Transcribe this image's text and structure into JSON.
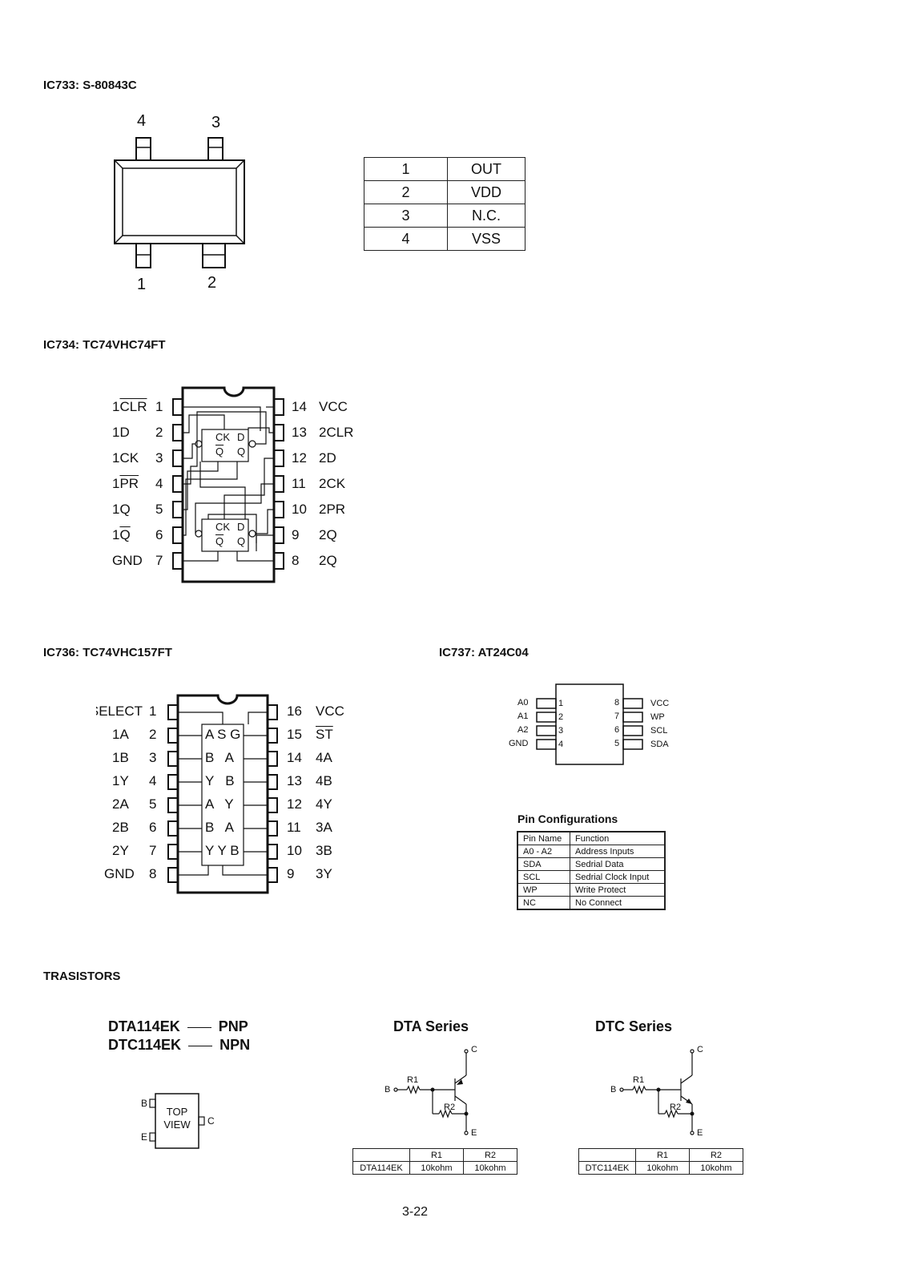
{
  "ic733": {
    "title": "IC733: S-80843C",
    "pin_labels_top": [
      "4",
      "3"
    ],
    "pin_labels_bottom": [
      "1",
      "2"
    ],
    "pins": [
      {
        "num": "1",
        "name": "OUT"
      },
      {
        "num": "2",
        "name": "VDD"
      },
      {
        "num": "3",
        "name": "N.C."
      },
      {
        "num": "4",
        "name": "VSS"
      }
    ]
  },
  "ic734": {
    "title": "IC734: TC74VHC74FT",
    "left_pins": [
      {
        "name": "1CLR",
        "overline": "CLR",
        "prefix": "1",
        "num": "1"
      },
      {
        "name": "1D",
        "num": "2"
      },
      {
        "name": "1CK",
        "num": "3"
      },
      {
        "name": "1PR",
        "overline": "PR",
        "prefix": "1",
        "num": "4"
      },
      {
        "name": "1Q",
        "num": "5"
      },
      {
        "name": "1Q",
        "overline": "Q",
        "prefix": "1",
        "num": "6"
      },
      {
        "name": "GND",
        "num": "7"
      }
    ],
    "right_pins": [
      {
        "num": "14",
        "name": "VCC"
      },
      {
        "num": "13",
        "name": "2CLR"
      },
      {
        "num": "12",
        "name": "2D"
      },
      {
        "num": "11",
        "name": "2CK"
      },
      {
        "num": "10",
        "name": "2PR"
      },
      {
        "num": "9",
        "name": "2Q"
      },
      {
        "num": "8",
        "name": "2Q"
      }
    ],
    "ff_labels": {
      "ck": "CK",
      "d": "D",
      "qbar": "Q",
      "q": "Q"
    }
  },
  "ic736": {
    "title": "IC736: TC74VHC157FT",
    "left_pins": [
      {
        "name": "SELECT",
        "num": "1"
      },
      {
        "name": "1A",
        "num": "2"
      },
      {
        "name": "1B",
        "num": "3"
      },
      {
        "name": "1Y",
        "num": "4"
      },
      {
        "name": "2A",
        "num": "5"
      },
      {
        "name": "2B",
        "num": "6"
      },
      {
        "name": "2Y",
        "num": "7"
      },
      {
        "name": "GND",
        "num": "8"
      }
    ],
    "right_pins": [
      {
        "num": "16",
        "name": "VCC"
      },
      {
        "num": "15",
        "name": "ST"
      },
      {
        "num": "14",
        "name": "4A"
      },
      {
        "num": "13",
        "name": "4B"
      },
      {
        "num": "12",
        "name": "4Y"
      },
      {
        "num": "11",
        "name": "3A"
      },
      {
        "num": "10",
        "name": "3B"
      },
      {
        "num": "9",
        "name": "3Y"
      }
    ],
    "inner_labels": [
      "A S G",
      "B   A",
      "Y   B",
      "A   Y",
      "B   A",
      "Y Y B"
    ]
  },
  "ic737": {
    "title": "IC737: AT24C04",
    "left_pins": [
      {
        "name": "A0",
        "num": "1"
      },
      {
        "name": "A1",
        "num": "2"
      },
      {
        "name": "A2",
        "num": "3"
      },
      {
        "name": "GND",
        "num": "4"
      }
    ],
    "right_pins": [
      {
        "num": "8",
        "name": "VCC"
      },
      {
        "num": "7",
        "name": "WP"
      },
      {
        "num": "6",
        "name": "SCL"
      },
      {
        "num": "5",
        "name": "SDA"
      }
    ],
    "config_title": "Pin Configurations",
    "config_header": [
      "Pin Name",
      "Function"
    ],
    "config_rows": [
      [
        "A0 - A2",
        "Address Inputs"
      ],
      [
        "SDA",
        "Sedrial Data"
      ],
      [
        "SCL",
        "Sedrial Clock Input"
      ],
      [
        "WP",
        "Write Protect"
      ],
      [
        "NC",
        "No Connect"
      ]
    ]
  },
  "transistors": {
    "title": "TRASISTORS",
    "line1_part": "DTA114EK",
    "line1_type": "PNP",
    "line2_part": "DTC114EK",
    "line2_type": "NPN",
    "package": {
      "b": "B",
      "e": "E",
      "c": "C",
      "top": "TOP",
      "view": "VIEW"
    },
    "dta": {
      "title": "DTA Series",
      "labels": {
        "b": "B",
        "c": "C",
        "e": "E",
        "r1": "R1",
        "r2": "R2"
      },
      "table_header": [
        "",
        "R1",
        "R2"
      ],
      "table_row": [
        "DTA114EK",
        "10kohm",
        "10kohm"
      ]
    },
    "dtc": {
      "title": "DTC Series",
      "labels": {
        "b": "B",
        "c": "C",
        "e": "E",
        "r1": "R1",
        "r2": "R2"
      },
      "table_header": [
        "",
        "R1",
        "R2"
      ],
      "table_row": [
        "DTC114EK",
        "10kohm",
        "10kohm"
      ]
    }
  },
  "page_number": "3-22"
}
